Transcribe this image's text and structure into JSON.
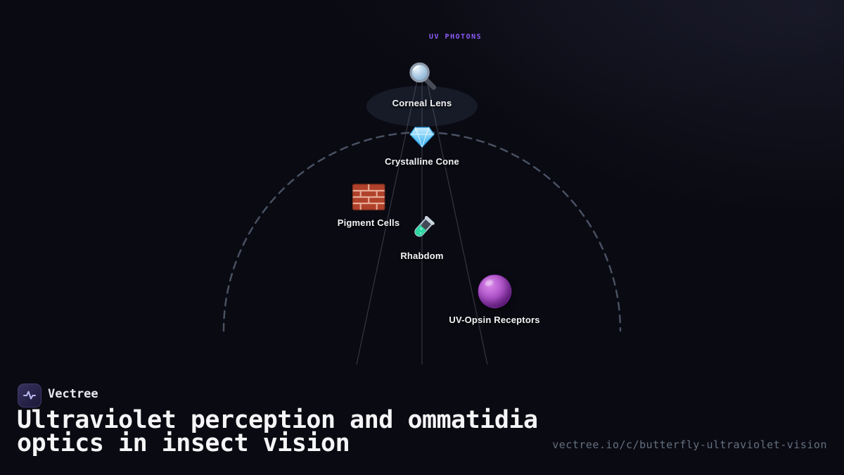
{
  "colors": {
    "background": "#0a0a12",
    "uv_line": "#6d28d9",
    "uv_label_color": "#8b5cf6",
    "arc_dash": "#4f596b",
    "label_text": "#f3f4f6",
    "sphere_purple": "#a855c7",
    "url_gray": "#64707f"
  },
  "diagram": {
    "uv_photons_label": "UV PHOTONS",
    "nodes": [
      {
        "label": "Corneal Lens",
        "icon": "magnifier-icon"
      },
      {
        "label": "Crystalline Cone",
        "icon": "diamond-icon"
      },
      {
        "label": "Pigment Cells",
        "icon": "brick-wall-icon"
      },
      {
        "label": "Rhabdom",
        "icon": "test-tube-icon"
      },
      {
        "label": "UV-Opsin Receptors",
        "icon": "purple-sphere-icon"
      }
    ]
  },
  "footer": {
    "brand": "Vectree",
    "title": "Ultraviolet perception and ommatidia optics in insect vision",
    "url": "vectree.io/c/butterfly-ultraviolet-vision"
  }
}
